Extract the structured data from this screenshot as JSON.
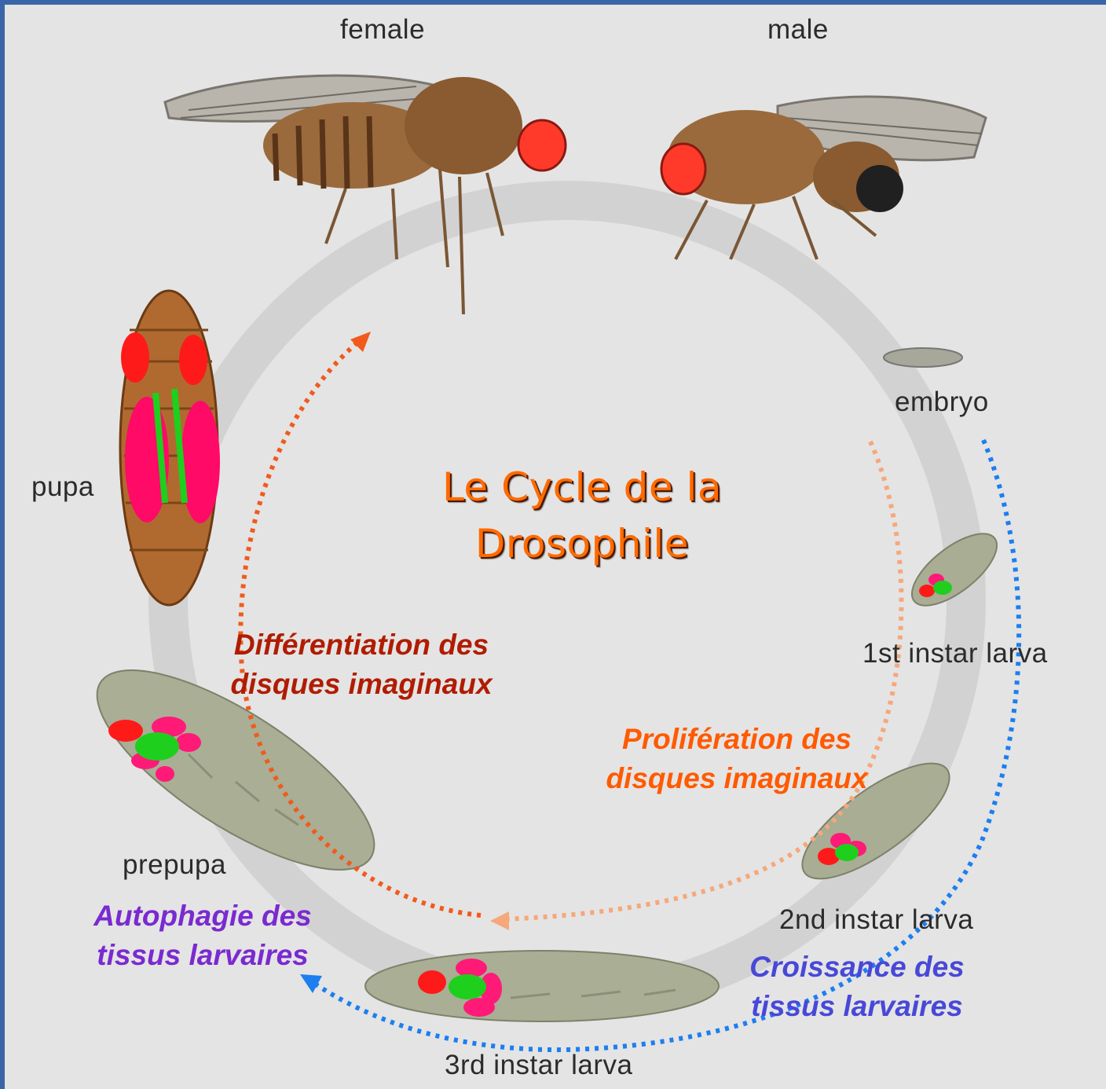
{
  "title": [
    "Le Cycle de la",
    "Drosophile"
  ],
  "stages": {
    "female": "female",
    "male": "male",
    "embryo": "embryo",
    "first_instar": "1st instar larva",
    "second_instar": "2nd instar larva",
    "third_instar": "3rd instar larva",
    "prepupa": "prepupa",
    "pupa": "pupa"
  },
  "processes": {
    "differentiation": [
      "Différentiation des",
      "disques imaginaux"
    ],
    "proliferation": [
      "Prolifération des",
      "disques imaginaux"
    ],
    "autophagy": [
      "Autophagie des",
      "tissus larvaires"
    ],
    "growth": [
      "Croissance des",
      "tissus larvaires"
    ]
  },
  "colors": {
    "background": "#e4e4e4",
    "frame": "#3a66a8",
    "cycle_ring": "#d2d2d2",
    "title": "#ff6a00",
    "differentiation": "#b01c00",
    "differentiation_arrow": "#f15a1c",
    "proliferation": "#ff5a00",
    "proliferation_arrow": "#f6a77c",
    "autophagy": "#7a2ad0",
    "growth": "#4848d8",
    "growth_arrow": "#1c7ef0",
    "imaginal_disc_red": "#ff1a1a",
    "imaginal_disc_pink": "#ff1a78",
    "imaginal_disc_green": "#1ecf1e"
  }
}
